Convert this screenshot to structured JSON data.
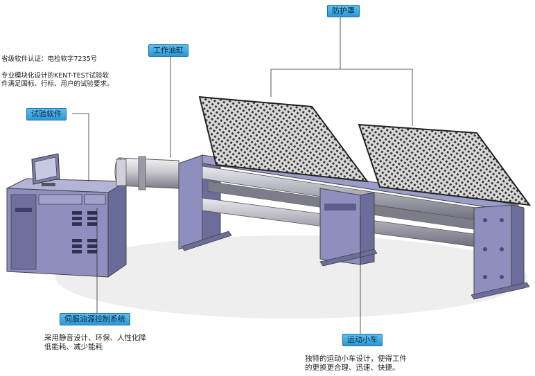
{
  "labels": {
    "guard_cover": "防护罩",
    "work_cylinder": "工作油缸",
    "test_software": "试验软件",
    "servo_system": "伺服油源控制系统",
    "moving_cart": "运动小车"
  },
  "notes": {
    "software_cert": "省级软件认证：电检软字7235号",
    "software_desc_1": "专业模块化设计的KENT-TEST试验软",
    "software_desc_2": "件满足国标、行标、用户的试验要求。",
    "servo_desc_1": "采用静音设计、环保、人性化降",
    "servo_desc_2": "低能耗、减少能耗",
    "cart_desc_1": "独特的运动小车设计，使得工件",
    "cart_desc_2": "的更换更合理、迅速、快捷。"
  },
  "colors": {
    "machine_body": "#8e8fbe",
    "machine_dark": "#5d5e8a",
    "label_fill": "#3aa6e0",
    "leader_line": "#2b2b2b"
  }
}
